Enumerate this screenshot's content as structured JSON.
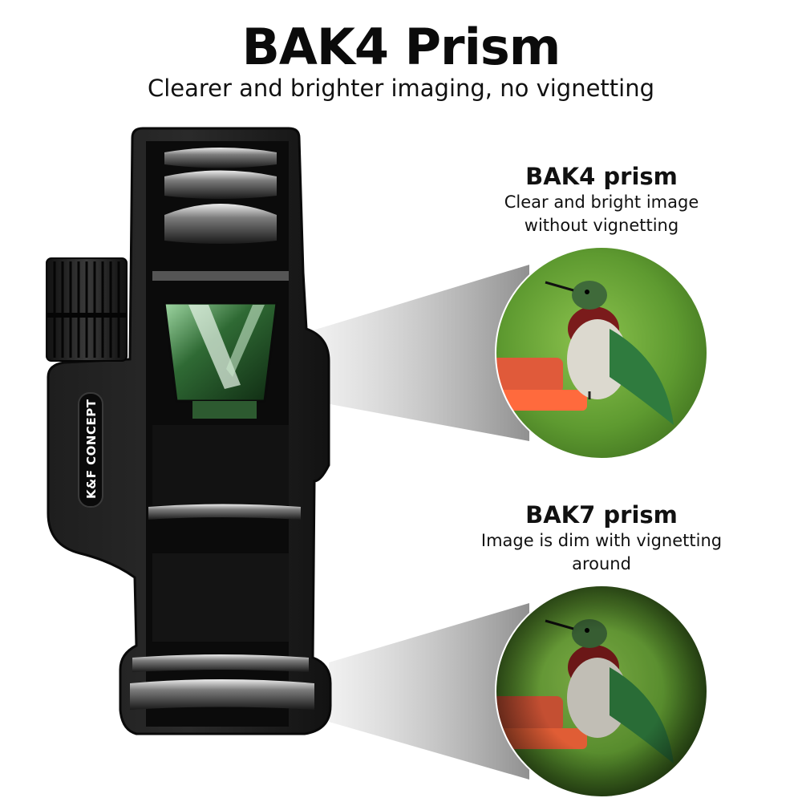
{
  "header": {
    "title": "BAK4 Prism",
    "subtitle": "Clearer and brighter imaging, no vignetting"
  },
  "comparison": [
    {
      "heading": "BAK4 prism",
      "line1": "Clear and bright image",
      "line2": "without vignetting"
    },
    {
      "heading": "BAK7 prism",
      "line1": "Image is dim with vignetting",
      "line2": "around"
    }
  ],
  "product": {
    "brand": "K&F CONCEPT",
    "colors": {
      "body": "#141414",
      "prism": "#2f6a34",
      "background": "#ffffff"
    }
  },
  "icons": [
    "monocular-illustration",
    "hummingbird-photo-bright",
    "hummingbird-photo-dim",
    "light-beam"
  ]
}
